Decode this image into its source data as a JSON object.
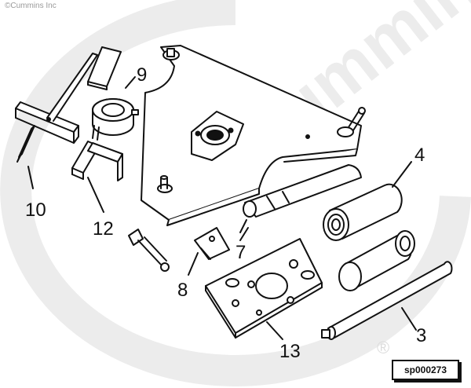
{
  "copyright": "©Cummins Inc",
  "watermark": {
    "text": "Cummins",
    "registered_mark": "®",
    "color": "#ececec"
  },
  "callouts": {
    "c3": "3",
    "c4": "4",
    "c7": "7",
    "c8": "8",
    "c9": "9",
    "c10": "10",
    "c12": "12",
    "c13": "13"
  },
  "figure_code": "sp000273",
  "colors": {
    "line": "#111111",
    "paper": "#ffffff",
    "watermark": "#ececec"
  }
}
